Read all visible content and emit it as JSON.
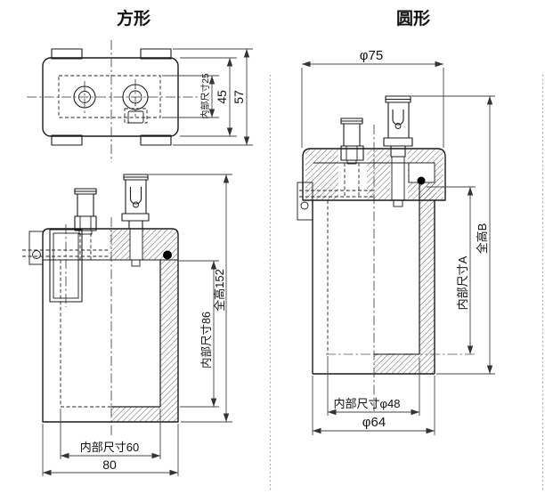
{
  "page": {
    "background": "#ffffff"
  },
  "square_type": {
    "title": "方形",
    "top_view": {
      "inner_width_label": "内部尺寸25",
      "body_width_label": "45",
      "overall_width_label": "57"
    },
    "front_view": {
      "inner_height_label": "内部尺寸86",
      "total_height_label": "全高152",
      "inner_width_label": "内部尺寸60",
      "outer_width_label": "80"
    }
  },
  "round_type": {
    "title": "圆形",
    "front_view": {
      "lid_diameter_label": "φ75",
      "inner_height_label": "内部尺寸A",
      "total_height_label": "全高B",
      "inner_diameter_label": "内部尺寸φ48",
      "outer_diameter_label": "φ64"
    }
  },
  "colors": {
    "outline": "#1a1a1a",
    "dimension": "#444444",
    "separator": "#999999",
    "marker_dot": "#000000",
    "background": "#ffffff"
  }
}
